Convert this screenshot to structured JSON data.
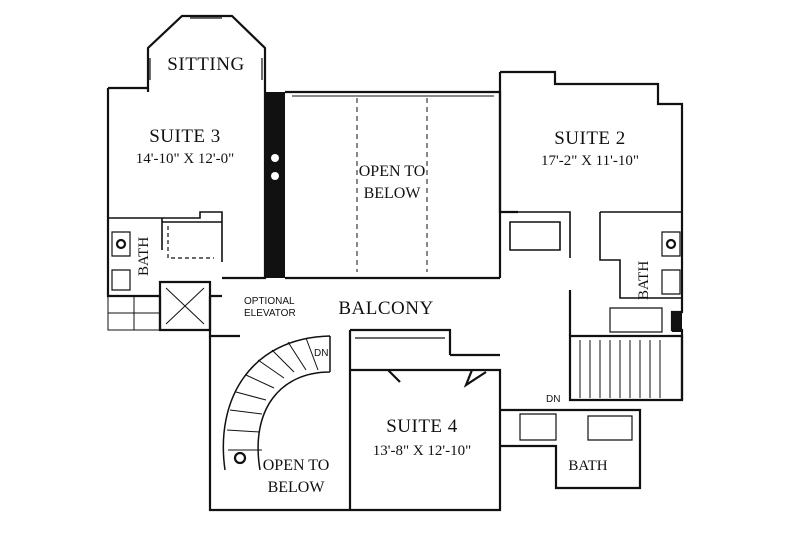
{
  "rooms": {
    "sitting": {
      "name": "SITTING"
    },
    "suite3": {
      "name": "SUITE 3",
      "dims": "14'-10\" X 12'-0\""
    },
    "suite2": {
      "name": "SUITE 2",
      "dims": "17'-2\" X 11'-10\""
    },
    "suite4": {
      "name": "SUITE 4",
      "dims": "13'-8\" X 12'-10\""
    },
    "open_to_below_top": {
      "line1": "OPEN TO",
      "line2": "BELOW"
    },
    "open_to_below_bottom": {
      "line1": "OPEN TO",
      "line2": "BELOW"
    },
    "balcony": {
      "name": "BALCONY"
    },
    "bath_left": {
      "name": "BATH"
    },
    "bath_right": {
      "name": "BATH"
    },
    "bath_bottom": {
      "name": "BATH"
    }
  },
  "annotations": {
    "optional_elevator_line1": "OPTIONAL",
    "optional_elevator_line2": "ELEVATOR",
    "stair_left_dn": "DN",
    "stair_right_dn": "DN"
  }
}
